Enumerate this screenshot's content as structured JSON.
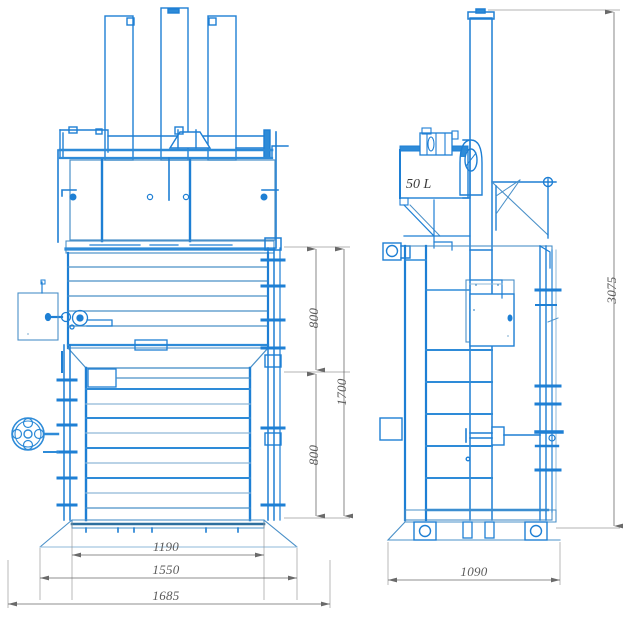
{
  "drawing": {
    "title": "Vertical Baler Technical Drawing",
    "type": "orthographic-engineering-drawing",
    "units": "mm",
    "line_color_primary": "#1e7fd4",
    "line_color_secondary": "#4a90c8",
    "line_color_light": "#8fb8d8",
    "dimension_color": "#6a6a6a",
    "dimension_text_color": "#5b5b5b",
    "background": "#ffffff"
  },
  "views": [
    {
      "id": "front-view",
      "name": "front-elevation",
      "label": ""
    },
    {
      "id": "side-view",
      "name": "side-elevation",
      "label": ""
    }
  ],
  "annotations": [
    {
      "id": "oil-tank",
      "text": "50 L",
      "view": "side-view",
      "meaning": "hydraulic-oil-tank-capacity"
    }
  ],
  "dimensions": {
    "front_view": {
      "vertical": [
        {
          "id": "dim-800-upper",
          "value": "800",
          "orientation": "vertical"
        },
        {
          "id": "dim-1700-total",
          "value": "1700",
          "orientation": "vertical"
        },
        {
          "id": "dim-800-lower",
          "value": "800",
          "orientation": "vertical"
        }
      ],
      "horizontal": [
        {
          "id": "dim-1190",
          "value": "1190",
          "orientation": "horizontal"
        },
        {
          "id": "dim-1550",
          "value": "1550",
          "orientation": "horizontal"
        },
        {
          "id": "dim-1685",
          "value": "1685",
          "orientation": "horizontal"
        }
      ]
    },
    "side_view": {
      "vertical": [
        {
          "id": "dim-3075",
          "value": "3075",
          "orientation": "vertical"
        }
      ],
      "horizontal": [
        {
          "id": "dim-1090",
          "value": "1090",
          "orientation": "horizontal"
        }
      ]
    }
  }
}
